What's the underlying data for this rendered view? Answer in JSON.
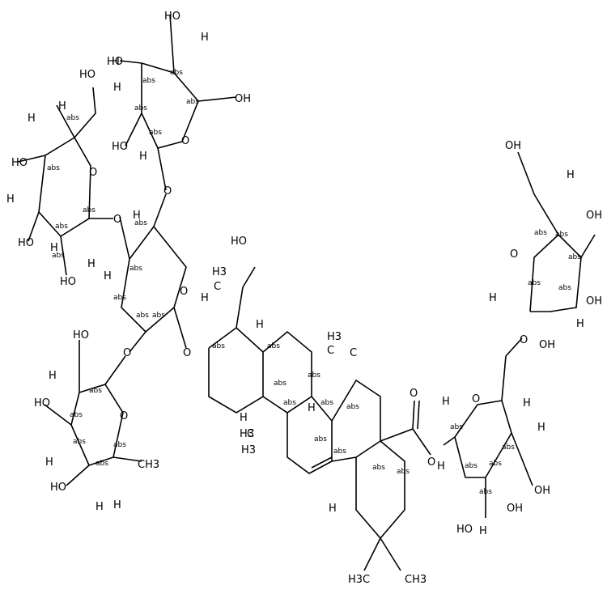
{
  "stereo_tag": "abs",
  "atoms": [
    {
      "id": "s1-oh-top",
      "text": "HO"
    },
    {
      "id": "s1-h1",
      "text": "H"
    },
    {
      "id": "s1-h2",
      "text": "H"
    },
    {
      "id": "s1-oh1",
      "text": "HO"
    },
    {
      "id": "s1-o-ring",
      "text": "O"
    },
    {
      "id": "s1-h3",
      "text": "H"
    },
    {
      "id": "s1-oh2",
      "text": "HO"
    },
    {
      "id": "s1-h4",
      "text": "H"
    },
    {
      "id": "s1-oh3",
      "text": "HO"
    },
    {
      "id": "s1-h5",
      "text": "H"
    },
    {
      "id": "s1-o-link",
      "text": "O"
    },
    {
      "id": "s2-oh1",
      "text": "HO"
    },
    {
      "id": "s2-h1",
      "text": "H"
    },
    {
      "id": "s2-h2",
      "text": "H"
    },
    {
      "id": "s2-oh2",
      "text": "HO"
    },
    {
      "id": "s2-h3",
      "text": "H"
    },
    {
      "id": "s2-oh-ch2",
      "text": "OH"
    },
    {
      "id": "s2-oh3",
      "text": "HO"
    },
    {
      "id": "s2-o-ring",
      "text": "O"
    },
    {
      "id": "s2-h4",
      "text": "H"
    },
    {
      "id": "s2-o-link",
      "text": "O"
    },
    {
      "id": "s3-h1",
      "text": "H"
    },
    {
      "id": "s3-o-ring",
      "text": "O"
    },
    {
      "id": "s3-h2",
      "text": "H"
    },
    {
      "id": "s3-o-link",
      "text": "O"
    },
    {
      "id": "s3-o-agly",
      "text": "O"
    },
    {
      "id": "s4-oh1",
      "text": "HO"
    },
    {
      "id": "s4-h1",
      "text": "H"
    },
    {
      "id": "s4-oh2",
      "text": "HO"
    },
    {
      "id": "s4-o-ring",
      "text": "O"
    },
    {
      "id": "s4-h2",
      "text": "H"
    },
    {
      "id": "s4-ch3",
      "text": "CH3"
    },
    {
      "id": "s4-oh3",
      "text": "HO"
    },
    {
      "id": "s4-h3",
      "text": "H"
    },
    {
      "id": "s4-h4",
      "text": "H"
    },
    {
      "id": "ag-oh",
      "text": "HO"
    },
    {
      "id": "ag-h3-top",
      "text": "H3"
    },
    {
      "id": "ag-c-top",
      "text": "C"
    },
    {
      "id": "ag-h-c3",
      "text": "H"
    },
    {
      "id": "ag-h-c5",
      "text": "H"
    },
    {
      "id": "ag-h3-me",
      "text": "H3"
    },
    {
      "id": "ag-c-me1",
      "text": "C"
    },
    {
      "id": "ag-c-me2",
      "text": "C"
    },
    {
      "id": "ag-h-c9",
      "text": "H"
    },
    {
      "id": "ag-h-c8",
      "text": "H"
    },
    {
      "id": "ag-h3-me2",
      "text": "H3"
    },
    {
      "id": "ag-c-me3",
      "text": "C"
    },
    {
      "id": "ag-h3-me3",
      "text": "H3"
    },
    {
      "id": "ag-h-c18",
      "text": "H"
    },
    {
      "id": "ag-o-carbonyl",
      "text": "O"
    },
    {
      "id": "ag-o-ester",
      "text": "O"
    },
    {
      "id": "ag-h3c",
      "text": "H3C"
    },
    {
      "id": "ag-ch3",
      "text": "CH3"
    },
    {
      "id": "s5-h1",
      "text": "H"
    },
    {
      "id": "s5-o-ring",
      "text": "O"
    },
    {
      "id": "s5-h2",
      "text": "H"
    },
    {
      "id": "s5-h3",
      "text": "H"
    },
    {
      "id": "s5-h4",
      "text": "H"
    },
    {
      "id": "s5-oh1",
      "text": "OH"
    },
    {
      "id": "s5-oh2",
      "text": "OH"
    },
    {
      "id": "s5-oh3",
      "text": "HO"
    },
    {
      "id": "s5-h5",
      "text": "H"
    },
    {
      "id": "s5-o-link",
      "text": "O"
    },
    {
      "id": "s6-oh-top",
      "text": "OH"
    },
    {
      "id": "s6-h1",
      "text": "H"
    },
    {
      "id": "s6-oh1",
      "text": "OH"
    },
    {
      "id": "s6-o-ring",
      "text": "O"
    },
    {
      "id": "s6-h2",
      "text": "H"
    },
    {
      "id": "s6-oh2",
      "text": "OH"
    },
    {
      "id": "s6-h3",
      "text": "H"
    },
    {
      "id": "s6-oh3",
      "text": "OH"
    }
  ]
}
